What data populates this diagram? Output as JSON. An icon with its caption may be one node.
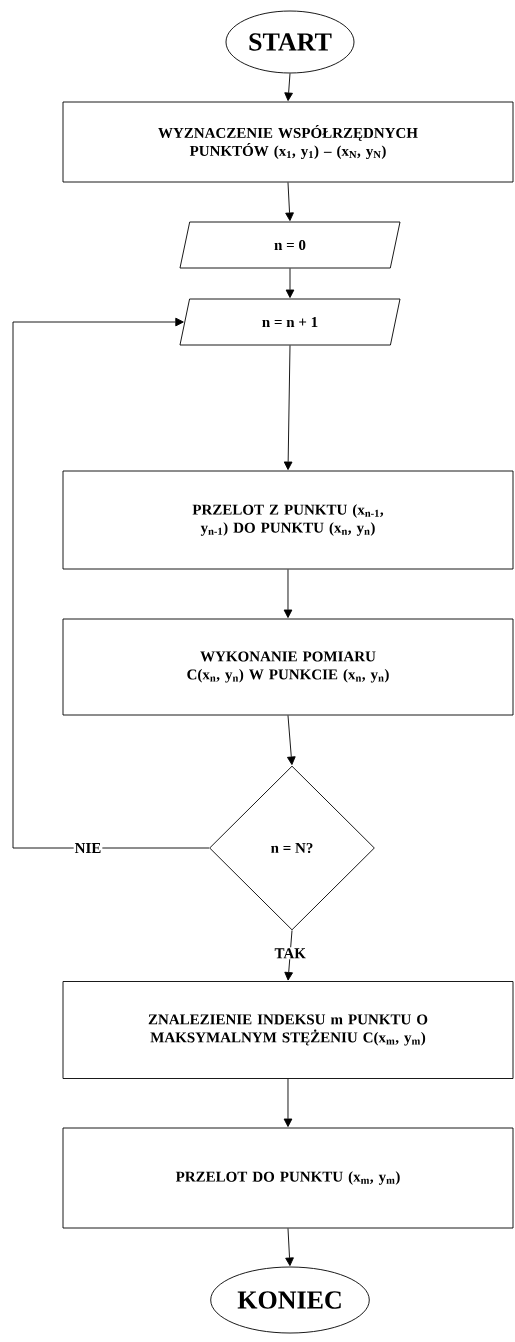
{
  "diagram": {
    "nodes": [
      {
        "text": [
          "START"
        ]
      },
      {
        "text": [
          "WYZNACZENIE WSPÓŁRZĘDNYCH PUNKTÓW (x$_{1}$, y$_{1}$) – (x$_{N}$, y$_{N}$)"
        ]
      },
      {
        "text": [
          "n = 0"
        ]
      },
      {
        "text": [
          "n = n + 1"
        ]
      },
      {
        "text": [
          "PRZELOT Z PUNKTU (x$_{n-1}$, y$_{n-1}$) DO PUNKTU (x$_{n}$, y$_{n}$)"
        ]
      },
      {
        "text": [
          "WYKONANIE POMIARU C(x$_{n}$, y$_{n}$) W PUNKCIE (x$_{n}$, y$_{n}$)"
        ]
      },
      {
        "text": [
          "n = N?"
        ]
      },
      {
        "text": [
          "ZNALEZIENIE INDEKSU m PUNKTU O MAKSYMALNYM STĘŻENIU C(x$_{m}$, y$_{m}$)"
        ]
      },
      {
        "text": [
          "PRZELOT DO PUNKTU (x$_{m}$, y$_{m}$)"
        ]
      },
      {
        "text": [
          "KONIEC"
        ]
      }
    ],
    "edges": [
      {
        "from": 0,
        "to": 1,
        "arrow": "to"
      },
      {
        "from": 1,
        "to": 2,
        "arrow": "to"
      },
      {
        "from": 2,
        "to": 3,
        "arrow": "to"
      },
      {
        "from": 3,
        "to": 4,
        "arrow": "to"
      },
      {
        "from": 4,
        "to": 5,
        "arrow": "to"
      },
      {
        "from": 5,
        "to": 6,
        "arrow": "to"
      },
      {
        "from": 6,
        "to": 3,
        "arrow": "to",
        "label": "NIE"
      },
      {
        "from": 6,
        "to": 7,
        "arrow": "to",
        "label": "TAK"
      },
      {
        "from": 7,
        "to": 8,
        "arrow": "to"
      },
      {
        "from": 8,
        "to": 9,
        "arrow": "to"
      }
    ]
  }
}
